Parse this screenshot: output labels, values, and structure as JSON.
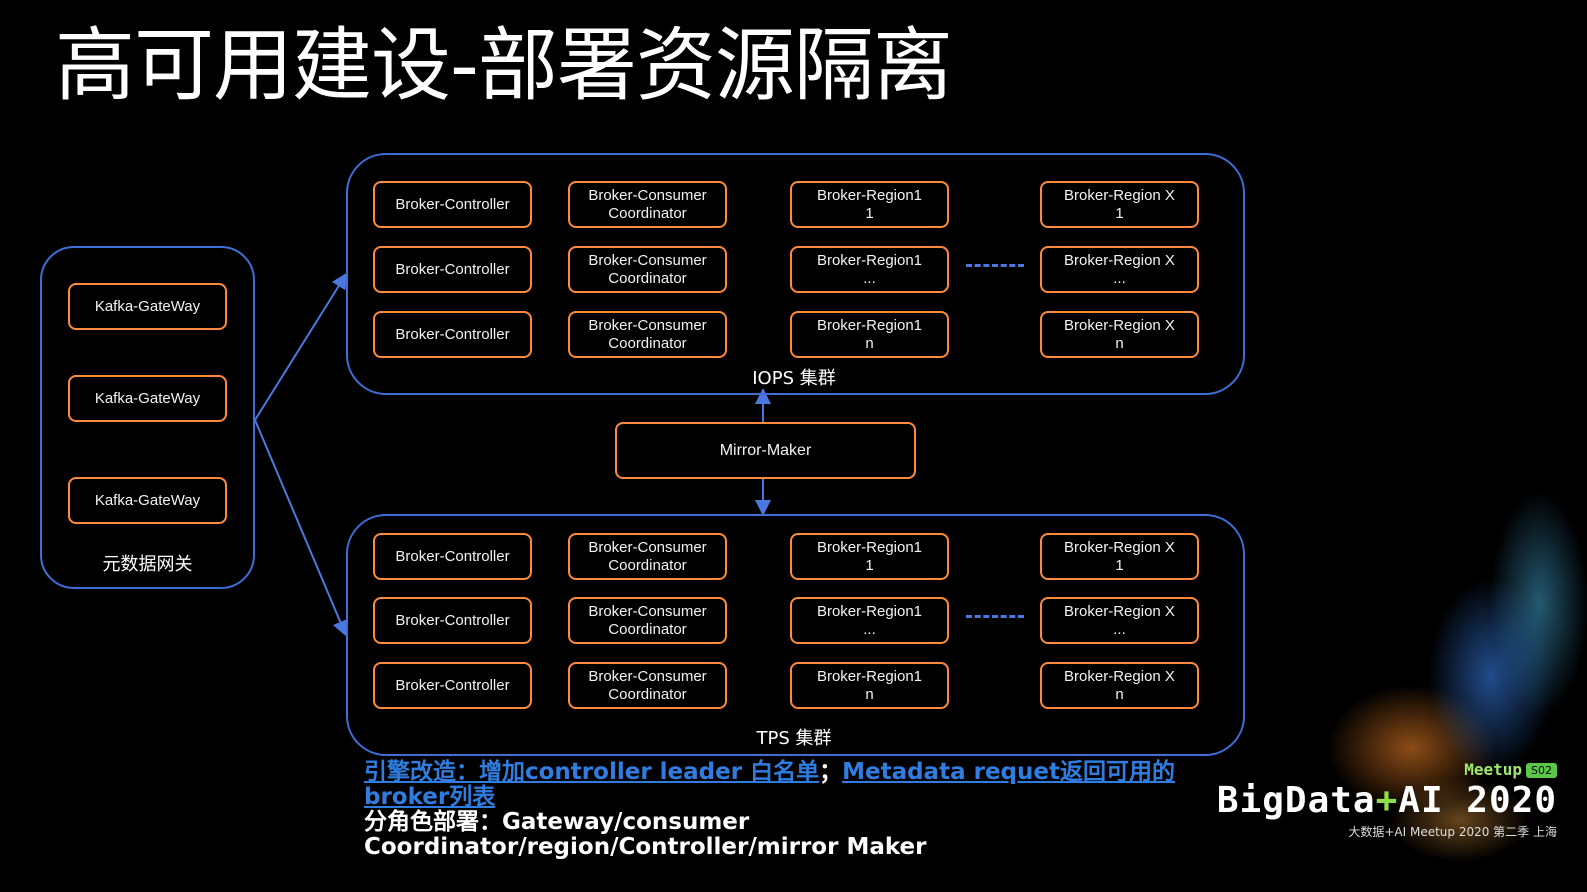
{
  "title": "高可用建设-部署资源隔离",
  "gateway_group": {
    "nodes": [
      "Kafka-GateWay",
      "Kafka-GateWay",
      "Kafka-GateWay"
    ],
    "label": "元数据网关"
  },
  "mirror_maker": "Mirror-Maker",
  "clusters": [
    {
      "label": "IOPS 集群",
      "controllers": [
        "Broker-Controller",
        "Broker-Controller",
        "Broker-Controller"
      ],
      "coordinators": [
        {
          "line1": "Broker-Consumer",
          "line2": "Coordinator"
        },
        {
          "line1": "Broker-Consumer",
          "line2": "Coordinator"
        },
        {
          "line1": "Broker-Consumer",
          "line2": "Coordinator"
        }
      ],
      "region1": [
        {
          "line1": "Broker-Region1",
          "line2": "1"
        },
        {
          "line1": "Broker-Region1",
          "line2": "..."
        },
        {
          "line1": "Broker-Region1",
          "line2": "n"
        }
      ],
      "regionX": [
        {
          "line1": "Broker-Region X",
          "line2": "1"
        },
        {
          "line1": "Broker-Region X",
          "line2": "..."
        },
        {
          "line1": "Broker-Region X",
          "line2": "n"
        }
      ]
    },
    {
      "label": "TPS 集群",
      "controllers": [
        "Broker-Controller",
        "Broker-Controller",
        "Broker-Controller"
      ],
      "coordinators": [
        {
          "line1": "Broker-Consumer",
          "line2": "Coordinator"
        },
        {
          "line1": "Broker-Consumer",
          "line2": "Coordinator"
        },
        {
          "line1": "Broker-Consumer",
          "line2": "Coordinator"
        }
      ],
      "region1": [
        {
          "line1": "Broker-Region1",
          "line2": "1"
        },
        {
          "line1": "Broker-Region1",
          "line2": "..."
        },
        {
          "line1": "Broker-Region1",
          "line2": "n"
        }
      ],
      "regionX": [
        {
          "line1": "Broker-Region X",
          "line2": "1"
        },
        {
          "line1": "Broker-Region X",
          "line2": "..."
        },
        {
          "line1": "Broker-Region X",
          "line2": "n"
        }
      ]
    }
  ],
  "notes": {
    "line1_part1": "引擎改造：增加controller leader 白名单",
    "line1_sep": "；",
    "line1_part2": "Metadata requet返回可用的broker列表",
    "line2": "分角色部署：Gateway/consumer Coordinator/region/Controller/mirror Maker"
  },
  "brand": {
    "meetup": "Meetup",
    "badge": "S02",
    "big_left": "BigData",
    "big_plus": "+",
    "big_right": "AI 2020",
    "sub": "大数据+AI Meetup 2020 第二季 上海"
  },
  "colors": {
    "cluster_border": "#3f6fd6",
    "node_border": "#ff8a3d",
    "note_link": "#2f7de0"
  }
}
